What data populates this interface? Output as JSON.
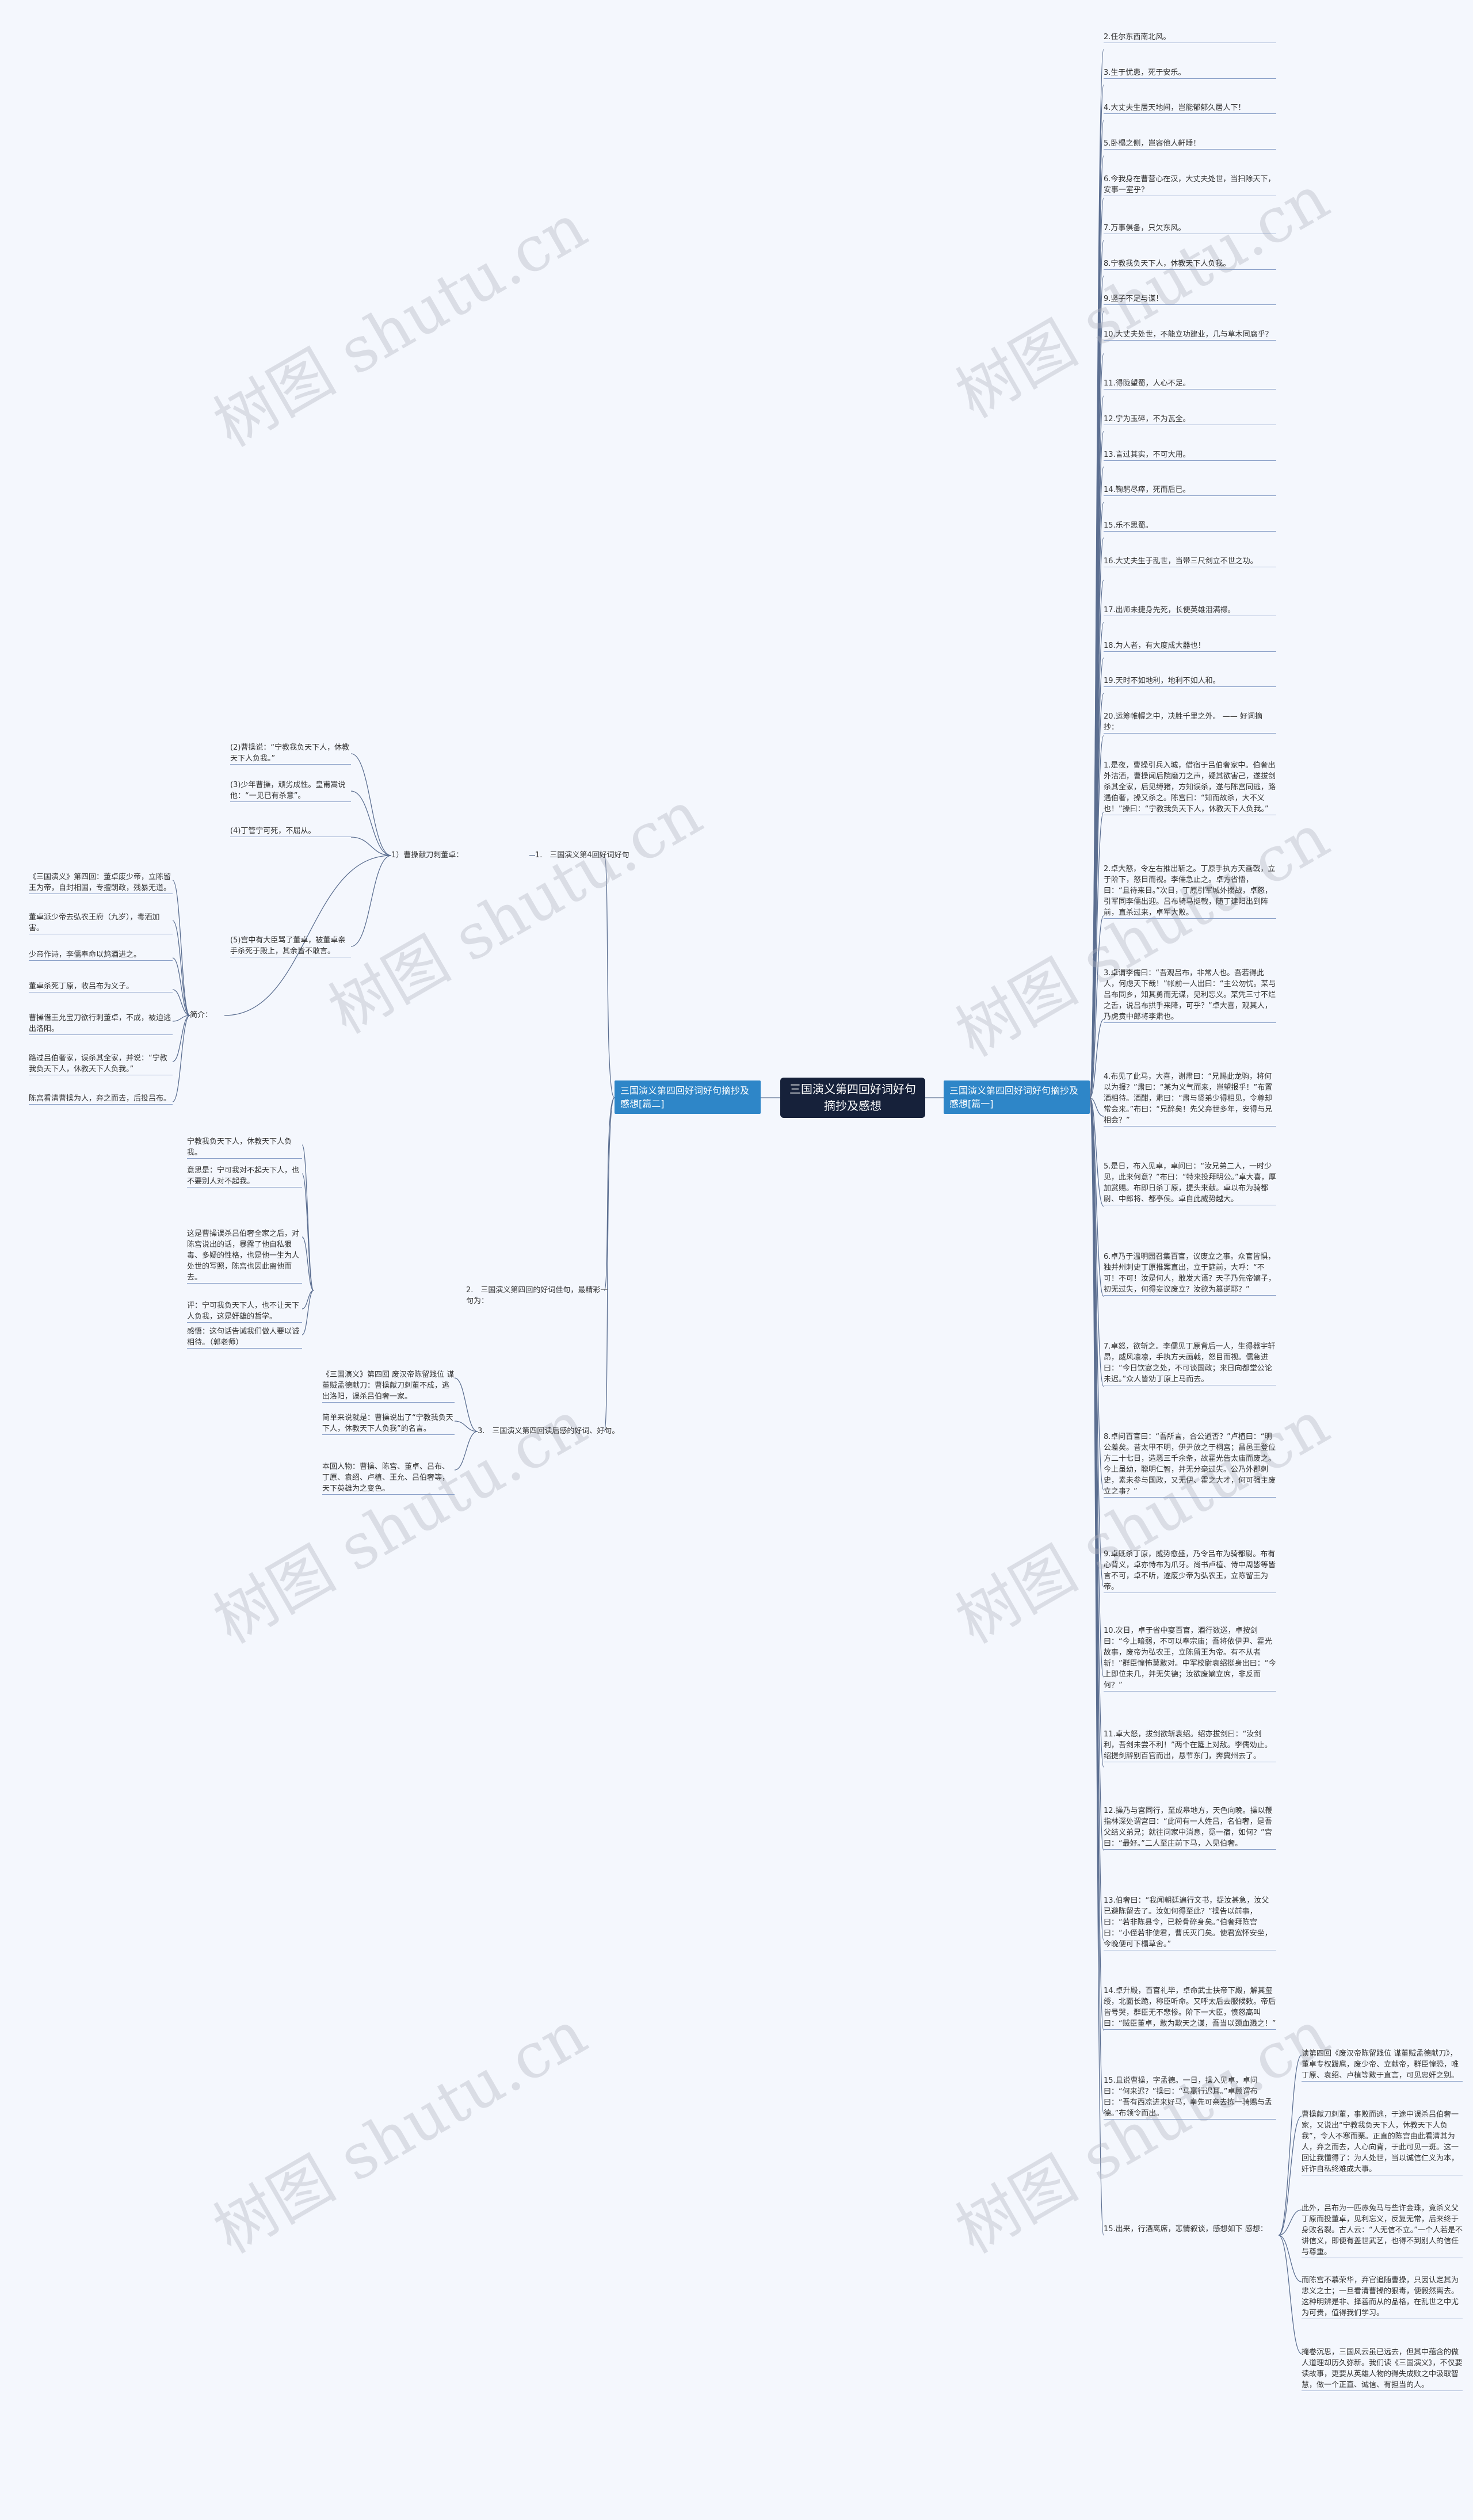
{
  "root": {
    "title": "三国演义第四回好词好句摘抄及感想"
  },
  "right_branch": {
    "label": "三国演义第四回好词好句摘抄及感想[篇一]"
  },
  "left_branch": {
    "label": "三国演义第四回好词好句摘抄及感想[篇二]"
  },
  "watermark": {
    "text": "树图 shutu.cn"
  },
  "right_items": [
    "2.任尔东西南北风。",
    "3.生于忧患，死于安乐。",
    "4.大丈夫生居天地间，岂能郁郁久居人下！",
    "5.卧榻之侧，岂容他人鼾睡！",
    "6.今我身在曹营心在汉，大丈夫处世，当扫除天下，安事一室乎？",
    "7.万事俱备，只欠东风。",
    "8.宁教我负天下人，休教天下人负我。",
    "9.竖子不足与谋！",
    "10.大丈夫处世，不能立功建业，几与草木同腐乎？",
    "11.得陇望蜀，人心不足。",
    "12.宁为玉碎，不为瓦全。",
    "13.言过其实，不可大用。",
    "14.鞠躬尽瘁，死而后已。",
    "15.乐不思蜀。",
    "16.大丈夫生于乱世，当带三尺剑立不世之功。",
    "17.出师未捷身先死，长使英雄泪满襟。",
    "18.为人者，有大度成大器也！",
    "19.天时不如地利，地利不如人和。",
    "20.运筹帷幄之中，决胜千里之外。 —— 好词摘抄：",
    "1.是夜，曹操引兵入城，借宿于吕伯奢家中。伯奢出外沽酒，曹操闻后院磨刀之声，疑其欲害己，遂拔剑杀其全家，后见缚猪，方知误杀，遂与陈宫同逃，路遇伯奢，操又杀之。陈宫曰：“知而故杀，大不义也！”操曰：“宁教我负天下人，休教天下人负我。”",
    "2.卓大怒，令左右推出斩之。丁原手执方天画戟，立于阶下，怒目而视。李儒急止之。卓方省悟，曰：“且待来日。”次日，丁原引军城外搦战，卓怒，引军同李儒出迎。吕布骑马挺戟，随丁建阳出到阵前，直杀过来，卓军大败。",
    "3.卓谓李儒曰：“吾观吕布，非常人也。吾若得此人，何虑天下哉！”帐前一人出曰：“主公勿忧。某与吕布同乡，知其勇而无谋，见利忘义。某凭三寸不烂之舌，说吕布拱手来降，可乎？”卓大喜，观其人，乃虎贲中郎将李肃也。",
    "4.布见了此马，大喜，谢肃曰：“兄赐此龙驹，将何以为报？”肃曰：“某为义气而来，岂望报乎！”布置酒相待。酒酣，肃曰：“肃与贤弟少得相见，令尊却常会来。”布曰：“兄醉矣！先父弃世多年，安得与兄相会？”",
    "5.是日，布入见卓，卓问曰：“汝兄弟二人，一时少见，此来何意？”布曰：“特来投拜明公。”卓大喜，厚加赏赐。布即日杀丁原，提头来献。卓以布为骑都尉、中郎将、都亭侯。卓自此威势越大。",
    "6.卓乃于温明园召集百官，议废立之事。众官皆惧，独并州刺史丁原推案直出，立于筵前，大呼：“不可！不可！汝是何人，敢发大语？天子乃先帝嫡子，初无过失，何得妄议废立？汝欲为篡逆耶？”",
    "7.卓怒，欲斩之。李儒见丁原背后一人，生得器宇轩昂，威风凛凛，手执方天画戟，怒目而视。儒急进曰：“今日饮宴之处，不可谈国政；来日向都堂公论未迟。”众人皆劝丁原上马而去。",
    "8.卓问百官曰：“吾所言，合公道否？”卢植曰：“明公差矣。昔太甲不明，伊尹放之于桐宫；昌邑王登位方二十七日，造恶三千余条，故霍光告太庙而废之。今上虽幼，聪明仁智，并无分毫过失。公乃外郡刺史，素未参与国政，又无伊、霍之大才，何可强主废立之事？”",
    "9.卓既杀丁原，威势愈盛，乃令吕布为骑都尉。布有心背义，卓亦恃布为爪牙。尚书卢植、侍中周毖等皆言不可，卓不听，遂废少帝为弘农王，立陈留王为帝。",
    "10.次日，卓于省中宴百官，酒行数巡，卓按剑曰：“今上暗弱，不可以奉宗庙；吾将依伊尹、霍光故事，废帝为弘农王，立陈留王为帝。有不从者斩！”群臣惶怖莫敢对。中军校尉袁绍挺身出曰：“今上即位未几，并无失德；汝欲废嫡立庶，非反而何？”",
    "11.卓大怒，拔剑欲斩袁绍。绍亦拔剑曰：“汝剑利，吾剑未尝不利！”两个在筵上对敌。李儒劝止。绍提剑辞别百官而出，悬节东门，奔冀州去了。",
    "12.操乃与宫同行，至成皋地方，天色向晚。操以鞭指林深处谓宫曰：“此间有一人姓吕，名伯奢，是吾父结义弟兄；就往问家中消息，觅一宿，如何？”宫曰：“最好。”二人至庄前下马，入见伯奢。",
    "13.伯奢曰：“我闻朝廷遍行文书，捉汝甚急，汝父已避陈留去了。汝如何得至此？”操告以前事，曰：“若非陈县令，已粉骨碎身矣。”伯奢拜陈宫曰：“小侄若非使君，曹氏灭门矣。使君宽怀安坐，今晚便可下榻草舍。”",
    "14.卓升殿，百官礼毕，卓命武士扶帝下殿，解其玺绶，北面长跪，称臣听命。又呼太后去服候敕。帝后皆号哭，群臣无不悲惨。阶下一大臣，愤怒高叫曰：“贼臣董卓，敢为欺天之谋，吾当以颈血溅之！”",
    "15.且说曹操，字孟德。一日，操入见卓，卓问曰：“何来迟？”操曰：“马羸行迟耳。”卓顾谓布曰：“吾有西凉进来好马，奉先可亲去拣一骑赐与孟德。”布领令而出。"
  ],
  "right_last": {
    "suffix": "感想："
  },
  "reflections": [
    "读第四回《废汉帝陈留践位 谋董贼孟德献刀》，董卓专权跋扈，废少帝、立献帝，群臣惶恐，唯丁原、袁绍、卢植等敢于直言，可见忠奸之别。",
    "曹操献刀刺董，事败而逃，于途中误杀吕伯奢一家，又说出“宁教我负天下人，休教天下人负我”，令人不寒而栗。正直的陈宫由此看清其为人，弃之而去，人心向背，于此可见一斑。这一回让我懂得了：为人处世，当以诚信仁义为本，奸诈自私终难成大事。",
    "此外，吕布为一匹赤兔马与些许金珠，竟杀义父丁原而投董卓，见利忘义，反复无常，后来终于身败名裂。古人云：“人无信不立。”一个人若是不讲信义，即便有盖世武艺，也得不到别人的信任与尊重。",
    "而陈宫不慕荣华，弃官追随曹操，只因认定其为忠义之士；一旦看清曹操的狠毒，便毅然离去。这种明辨是非、择善而从的品格，在乱世之中尤为可贵，值得我们学习。",
    "掩卷沉思，三国风云虽已远去，但其中蕴含的做人道理却历久弥新。我们读《三国演义》，不仅要读故事，更要从英雄人物的得失成败之中汲取智慧，做一个正直、诚信、有担当的人。"
  ],
  "left_groups": [
    {
      "label": "1.　三国演义第4回好词好句",
      "sub_label": "1）曹操献刀刺董卓：",
      "items": [
        "(2)曹操说：“宁教我负天下人，休教天下人负我。”",
        "(3)少年曹操，顽劣成性。皇甫嵩说他：“一见已有杀意”。",
        "(4)丁管宁可死，不屈从。",
        "(5)宫中有大臣骂了董卓，被董卓亲手杀死于殿上，其余皆不敢言。"
      ],
      "intro_label": "简介：",
      "intro_items": [
        "《三国演义》第四回：董卓废少帝，立陈留王为帝，自封相国，专擅朝政，残暴无道。",
        "董卓派少帝去弘农王府（九岁），毒酒加害。",
        "少帝作诗，李儒奉命以鸩酒进之。",
        "董卓杀死丁原，收吕布为义子。",
        "曹操借王允宝刀欲行刺董卓，不成，被迫逃出洛阳。",
        "路过吕伯奢家，误杀其全家，并说：“宁教我负天下人，休教天下人负我。”",
        "陈宫看清曹操为人，弃之而去，后投吕布。"
      ]
    },
    {
      "label": "2.　三国演义第四回的好词佳句，最精彩一句为：",
      "items": [
        "宁教我负天下人，休教天下人负我。",
        "意思是：宁可我对不起天下人，也不要别人对不起我。",
        "这是曹操误杀吕伯奢全家之后，对陈宫说出的话，暴露了他自私狠毒、多疑的性格，也是他一生为人处世的写照，陈宫也因此离他而去。",
        "评：宁可我负天下人，也不让天下人负我，这是奸雄的哲学。",
        "感悟：这句话告诫我们做人要以诚相待。（郭老师）"
      ]
    },
    {
      "label": "3.　三国演义第四回读后感的好词、好句。",
      "items": [
        "《三国演义》第四回 废汉帝陈留践位 谋董贼孟德献刀：曹操献刀刺董不成，逃出洛阳，误杀吕伯奢一家。",
        "简单来说就是：曹操说出了“宁教我负天下人，休教天下人负我”的名言。",
        "本回人物：曹操、陈宫、董卓、吕布、丁原、袁绍、卢植、王允、吕伯奢等，天下英雄为之变色。"
      ]
    }
  ]
}
